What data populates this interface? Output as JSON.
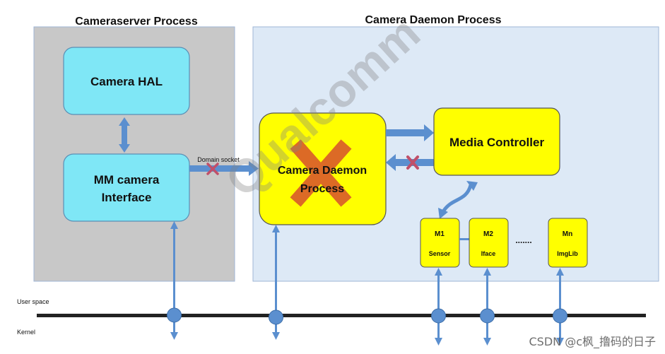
{
  "regions": {
    "cameraserver_title": "Cameraserver Process",
    "daemon_title": "Camera Daemon Process"
  },
  "boxes": {
    "camera_hal": "Camera HAL",
    "mm_camera_line1": "MM camera",
    "mm_camera_line2": "Interface",
    "daemon_line1": "Camera Daemon",
    "daemon_line2": "Process",
    "media_controller": "Media Controller",
    "m1_title": "M1",
    "m1_sub": "Sensor",
    "m2_title": "M2",
    "m2_sub": "Iface",
    "mn_title": "Mn",
    "mn_sub": "ImgLib",
    "ellipsis": "......."
  },
  "labels": {
    "domain_socket": "Domain socket",
    "user_space": "User space",
    "kernel": "Kernel"
  },
  "watermark": {
    "text": "Qualcomm",
    "footer": "CSDN @c枫_撸码的日子"
  },
  "colors": {
    "gray_region": "#c8c8c8",
    "blue_region": "#dde9f6",
    "cyan_box": "#7fe7f6",
    "yellow_box": "#ffff00",
    "arrow_blue": "#5b8fcf",
    "cross_red": "#d95a2b"
  }
}
